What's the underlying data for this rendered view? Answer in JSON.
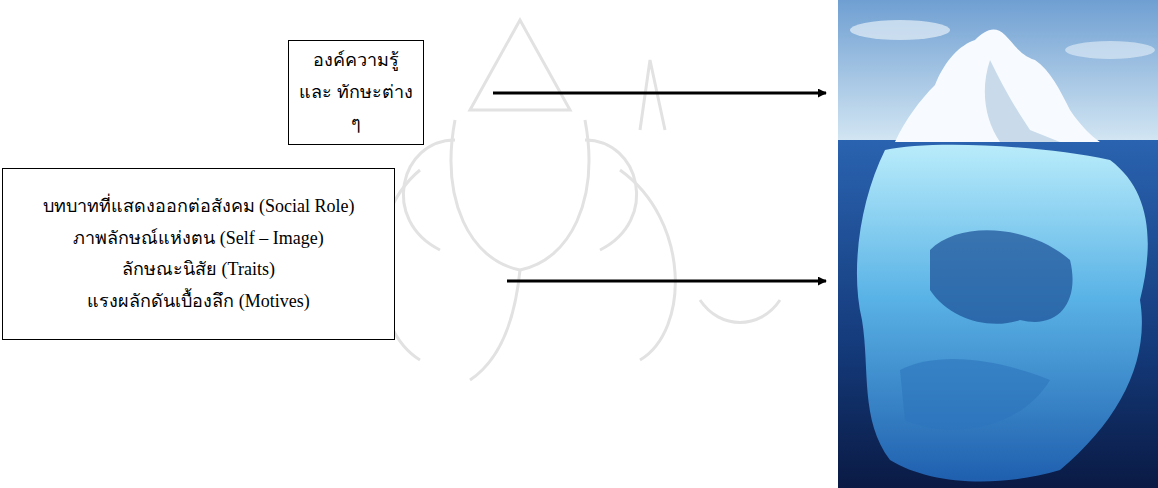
{
  "diagram": {
    "nodes": [
      {
        "text": [
          "องค์ความรู้และ ทักษะต่าง ๆ"
        ]
      },
      {
        "text": [
          "บทบาทที่แสดงออกต่อสังคม (Social Role)",
          "ภาพลักษณ์แห่งตน (Self – Image)",
          "ลักษณะนิสัย (Traits)",
          "แรงผลักดันเบื้องลึก (Motives)"
        ]
      }
    ]
  }
}
